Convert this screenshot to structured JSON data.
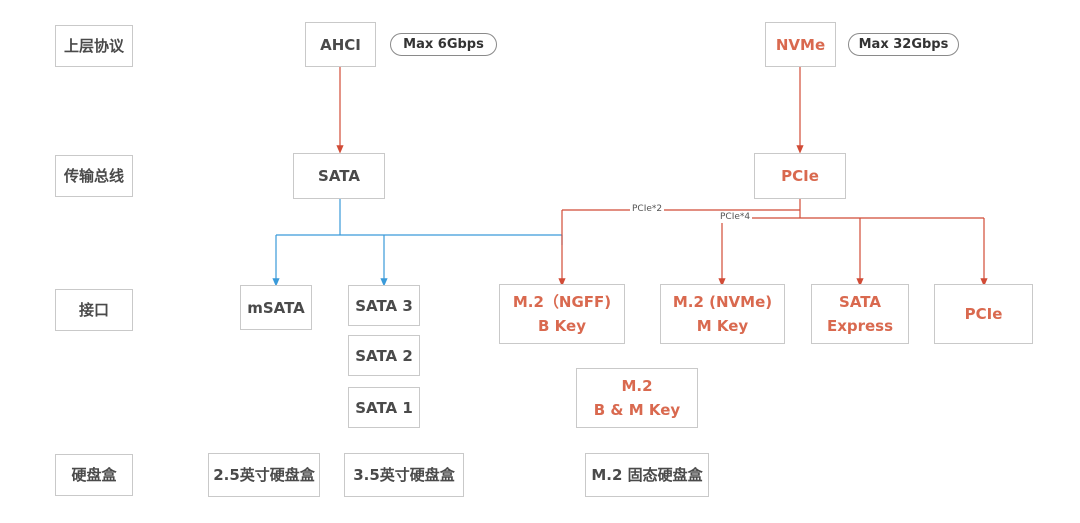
{
  "rows": {
    "protocol": "上层协议",
    "bus": "传输总线",
    "interface": "接口",
    "enclosure": "硬盘盒"
  },
  "protocols": {
    "ahci": "AHCI",
    "ahci_speed": "Max 6Gbps",
    "nvme": "NVMe",
    "nvme_speed": "Max 32Gbps"
  },
  "buses": {
    "sata": "SATA",
    "pcie": "PCIe"
  },
  "edge_labels": {
    "pcie_x2": "PCIe*2",
    "pcie_x4": "PCIe*4"
  },
  "interfaces": {
    "msata": "mSATA",
    "sata3": "SATA 3",
    "sata2": "SATA 2",
    "sata1": "SATA 1",
    "m2_ngff_line1": "M.2（NGFF)",
    "m2_ngff_line2": "B Key",
    "m2_nvme_line1": "M.2 (NVMe)",
    "m2_nvme_line2": "M Key",
    "sata_express_line1": "SATA",
    "sata_express_line2": "Express",
    "pcie": "PCIe",
    "m2_bm_line1": "M.2",
    "m2_bm_line2": "B & M  Key"
  },
  "enclosures": {
    "e25": "2.5英寸硬盘盒",
    "e35": "3.5英寸硬盘盒",
    "m2": "M.2 固态硬盘盒"
  },
  "colors": {
    "sata_path": "#3a9ad9",
    "nvme_path": "#d14b36",
    "nvme_text": "#d9694f",
    "border": "#c9c9c9"
  }
}
